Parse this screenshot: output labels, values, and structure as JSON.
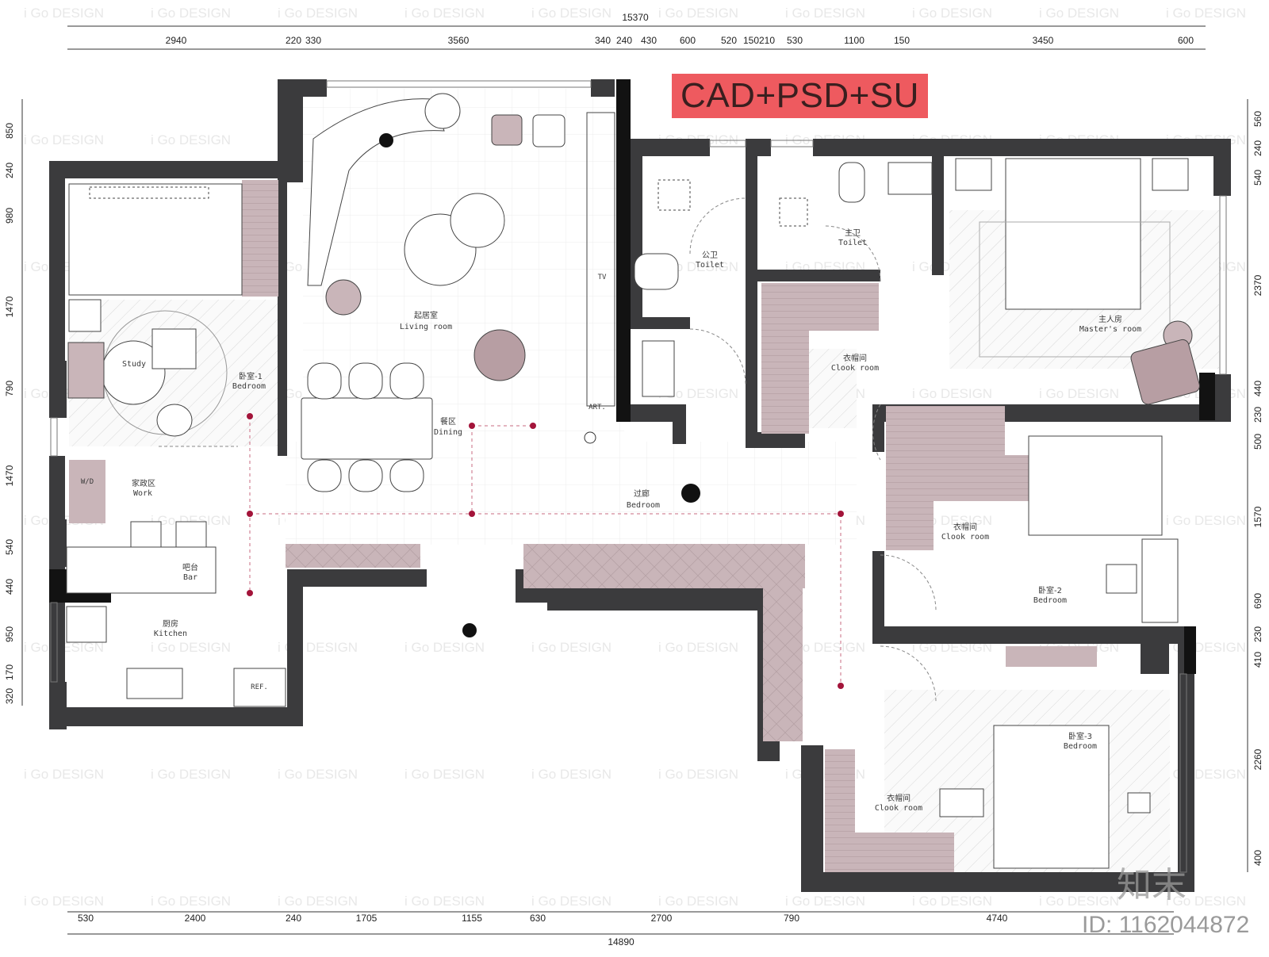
{
  "badge": "CAD+PSD+SU",
  "brand_mark": "知末",
  "image_id": "ID: 1162044872",
  "watermark_text": "i Go DESIGN",
  "colors": {
    "wall": "#3b3b3d",
    "wall_dark": "#121212",
    "accent": "#c9b5b9",
    "badge": "#ee5a5f",
    "marker": "#a3143a"
  },
  "top_dimensions": {
    "total": "15370",
    "segments": [
      "2940",
      "220",
      "330",
      "3560",
      "340",
      "240",
      "430",
      "600",
      "520",
      "150",
      "210",
      "530",
      "1100",
      "150",
      "3450",
      "600"
    ]
  },
  "bottom_dimensions": {
    "total": "14890",
    "segments": [
      "530",
      "2400",
      "240",
      "1705",
      "1155",
      "630",
      "2700",
      "790",
      "4740"
    ]
  },
  "left_dimensions": [
    "850",
    "240",
    "980",
    "1470",
    "790",
    "1470",
    "540",
    "440",
    "950",
    "170",
    "320"
  ],
  "right_dimensions": [
    "560",
    "240",
    "540",
    "2370",
    "440",
    "230",
    "500",
    "1570",
    "690",
    "230",
    "410",
    "2260",
    "400"
  ],
  "rooms": [
    {
      "cn": "起居室",
      "en": "Living room"
    },
    {
      "cn": "餐区",
      "en": "Dining"
    },
    {
      "cn": "过廊",
      "en": "Bedroom"
    },
    {
      "cn": "卧室-1",
      "en": "Bedroom"
    },
    {
      "cn": "",
      "en": "Study"
    },
    {
      "cn": "家政区",
      "en": "Work"
    },
    {
      "cn": "吧台",
      "en": "Bar"
    },
    {
      "cn": "厨房",
      "en": "Kitchen"
    },
    {
      "cn": "公卫",
      "en": "Toilet"
    },
    {
      "cn": "主卫",
      "en": "Toilet"
    },
    {
      "cn": "主人房",
      "en": "Master's room"
    },
    {
      "cn": "衣帽间",
      "en": "Clook room"
    },
    {
      "cn": "衣帽间",
      "en": "Clook room"
    },
    {
      "cn": "卧室-2",
      "en": "Bedroom"
    },
    {
      "cn": "衣帽间",
      "en": "Clook room"
    },
    {
      "cn": "卧室-3",
      "en": "Bedroom"
    }
  ],
  "fixture_labels": {
    "tv": "TV",
    "art": "ART.",
    "wd": "W/D",
    "ref": "REF."
  }
}
